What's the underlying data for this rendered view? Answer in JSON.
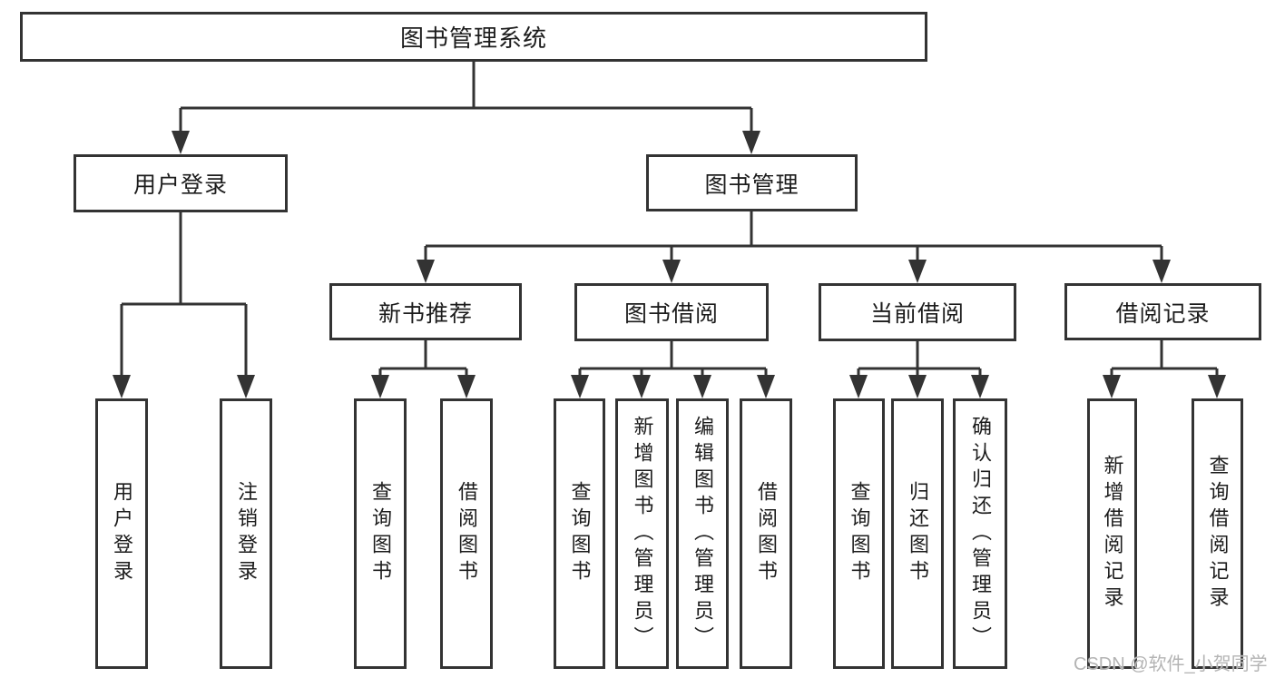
{
  "nodes": {
    "root": {
      "label": "图书管理系统"
    },
    "l2": [
      {
        "label": "用户登录"
      },
      {
        "label": "图书管理"
      }
    ],
    "l3": [
      {
        "label": "新书推荐"
      },
      {
        "label": "图书借阅"
      },
      {
        "label": "当前借阅"
      },
      {
        "label": "借阅记录"
      }
    ],
    "leaves": [
      {
        "label": "用户登录"
      },
      {
        "label": "注销登录"
      },
      {
        "label": "查询图书"
      },
      {
        "label": "借阅图书"
      },
      {
        "label": "查询图书"
      },
      {
        "label": "新增图书（管理员）"
      },
      {
        "label": "编辑图书（管理员）"
      },
      {
        "label": "借阅图书"
      },
      {
        "label": "查询图书"
      },
      {
        "label": "归还图书"
      },
      {
        "label": "确认归还（管理员）"
      },
      {
        "label": "新增借阅记录"
      },
      {
        "label": "查询借阅记录"
      }
    ]
  },
  "watermark": {
    "text": "CSDN @软件_小贺同学"
  },
  "colors": {
    "line": "#333333",
    "border": "#333333",
    "text": "#1c1c1c",
    "watermark": "#b4b4b4",
    "background": "#ffffff"
  }
}
